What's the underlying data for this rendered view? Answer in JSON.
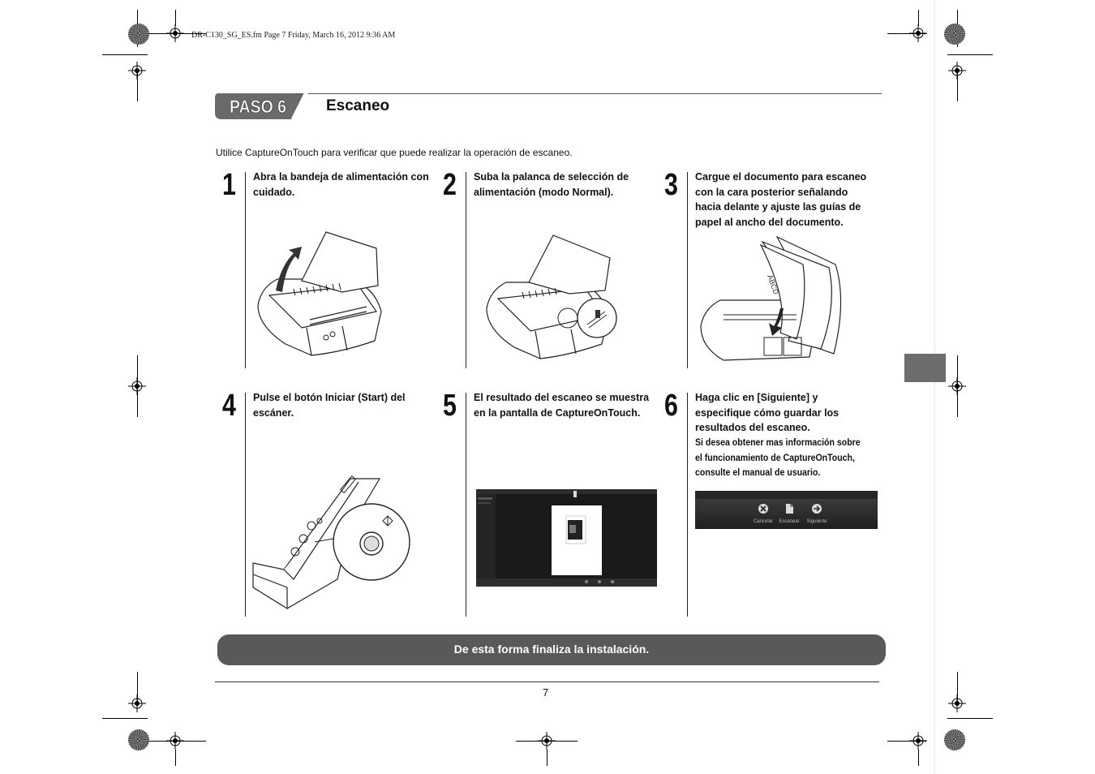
{
  "print_header": "DR-C130_SG_ES.fm  Page 7  Friday, March 16, 2012  9:36 AM",
  "step_badge": "PASO 6",
  "section_title": "Escaneo",
  "intro": "Utilice CaptureOnTouch para verificar que puede realizar la operación de escaneo.",
  "steps": [
    {
      "number": "1",
      "text": "Abra la bandeja de alimentación con cuidado."
    },
    {
      "number": "2",
      "text": "Suba la palanca de selección de alimentación (modo Normal)."
    },
    {
      "number": "3",
      "text": "Cargue el documento para escaneo con la cara posterior señalando hacia delante y ajuste las guías de papel al ancho del documento."
    },
    {
      "number": "4",
      "text": "Pulse el botón Iniciar (Start) del escáner."
    },
    {
      "number": "5",
      "text": "El resultado del escaneo se muestra en la pantalla de CaptureOnTouch."
    },
    {
      "number": "6",
      "text": "Haga clic en [Siguiente] y especifique cómo guardar los resultados del escaneo.",
      "note": "Si desea obtener mas información sobre el funcionamiento de CaptureOnTouch, consulte el manual de usuario."
    }
  ],
  "paper_label": "ABCD",
  "toolbar_buttons": [
    "Cancelar",
    "Escanear",
    "Siguiente"
  ],
  "end_banner": "De esta forma finaliza la instalación.",
  "page_number": "7"
}
